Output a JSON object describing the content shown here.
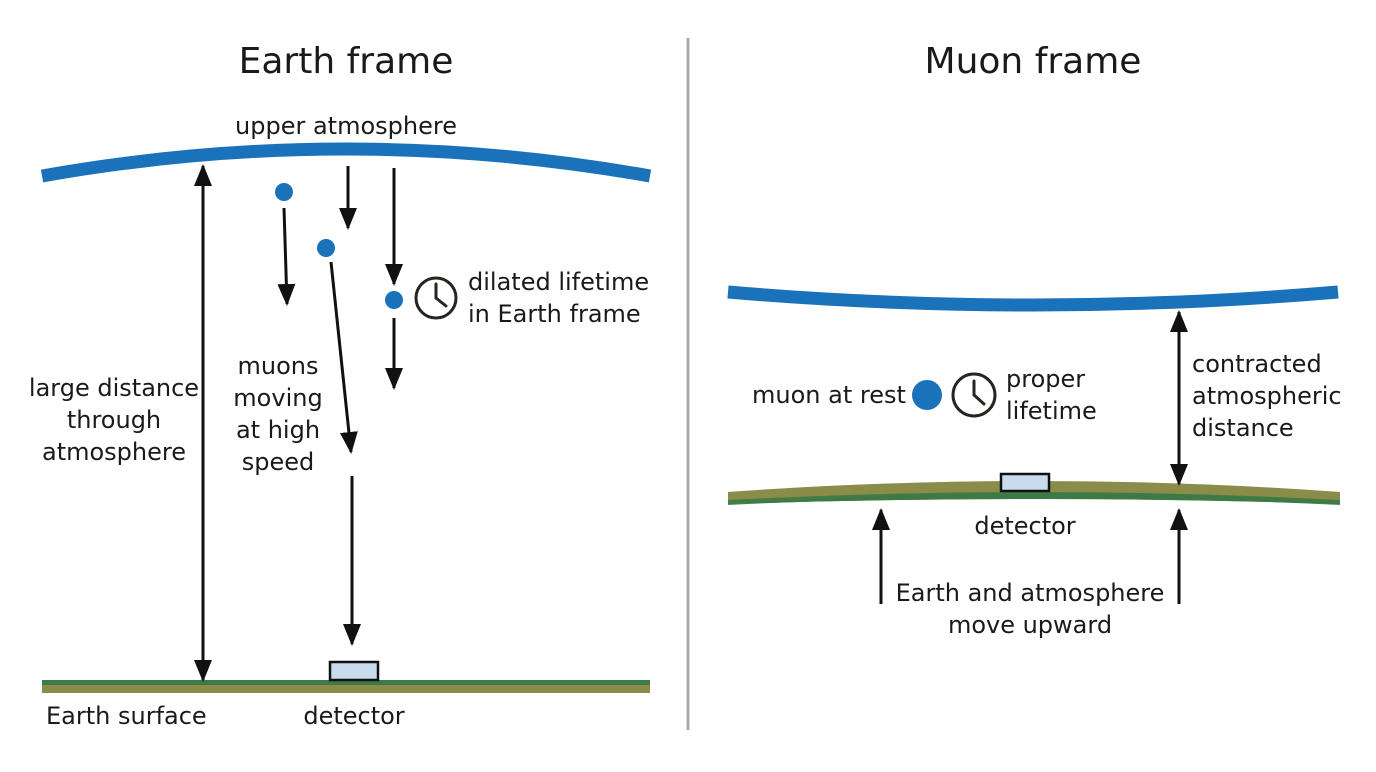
{
  "colors": {
    "atmosphere": "#1a72bb",
    "muon": "#1a72bb",
    "ground_top": "#3d7a45",
    "ground_bottom": "#8c8c4a",
    "detector_fill": "#c9dced",
    "arrow": "#111111",
    "divider": "#aaaaaa"
  },
  "earth_frame": {
    "title": "Earth frame",
    "upper_atmosphere": "upper atmosphere",
    "distance_label": "large distance\nthrough\natmosphere",
    "muons_label": "muons\nmoving\nat high\nspeed",
    "lifetime_label": "dilated lifetime\nin Earth frame",
    "surface_label": "Earth surface",
    "detector_label": "detector",
    "clock_icon": "clock-icon"
  },
  "muon_frame": {
    "title": "Muon frame",
    "muon_label": "muon at rest",
    "lifetime_label": "proper\nlifetime",
    "distance_label": "contracted\natmospheric\ndistance",
    "detector_label": "detector",
    "motion_label": "Earth and atmosphere\nmove upward",
    "clock_icon": "clock-icon"
  }
}
